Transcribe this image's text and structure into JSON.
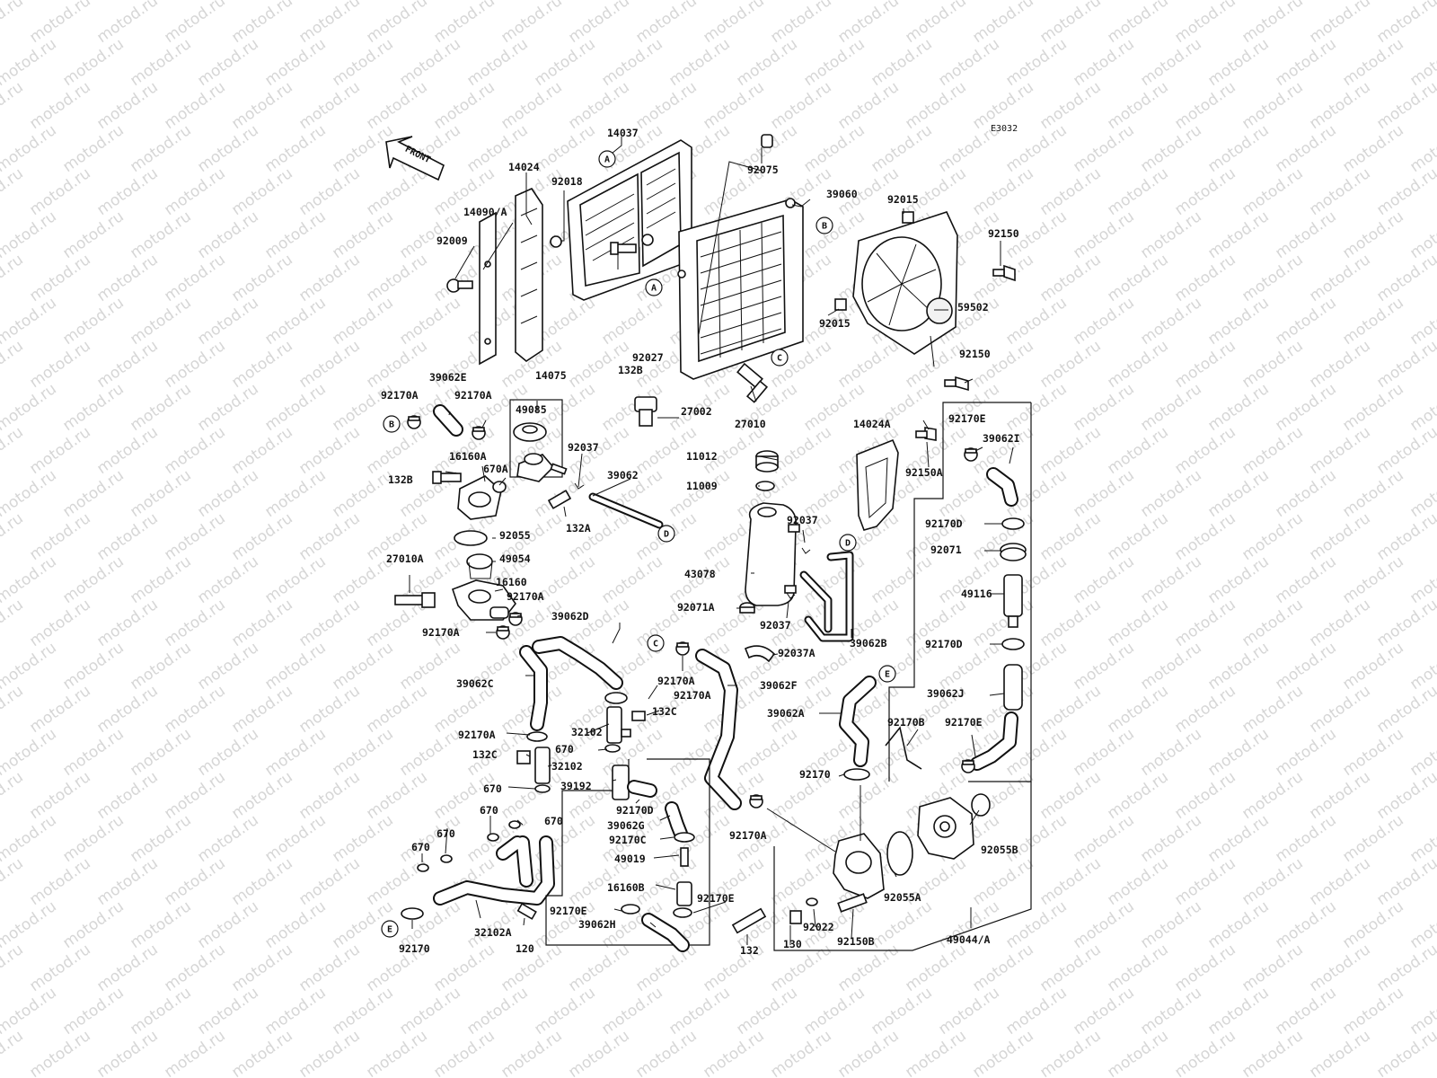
{
  "diagram_code": "E3032",
  "front_label": "FRONT",
  "watermark": "motod.ru",
  "parts": [
    {
      "id": "p14037",
      "label": "14037"
    },
    {
      "id": "p14024",
      "label": "14024"
    },
    {
      "id": "p92018",
      "label": "92018"
    },
    {
      "id": "p14090A",
      "label": "14090/A"
    },
    {
      "id": "p92009",
      "label": "92009"
    },
    {
      "id": "p92075",
      "label": "92075"
    },
    {
      "id": "p39060",
      "label": "39060"
    },
    {
      "id": "p92015a",
      "label": "92015"
    },
    {
      "id": "p92150a",
      "label": "92150"
    },
    {
      "id": "p59502",
      "label": "59502"
    },
    {
      "id": "p92015b",
      "label": "92015"
    },
    {
      "id": "p92150b",
      "label": "92150"
    },
    {
      "id": "p132Btop",
      "label": "132B"
    },
    {
      "id": "p92027",
      "label": "92027"
    },
    {
      "id": "p27002",
      "label": "27002"
    },
    {
      "id": "p27010",
      "label": "27010"
    },
    {
      "id": "p39062E",
      "label": "39062E"
    },
    {
      "id": "p14075",
      "label": "14075"
    },
    {
      "id": "p92170Aa",
      "label": "92170A"
    },
    {
      "id": "p92170Ab",
      "label": "92170A"
    },
    {
      "id": "p49085",
      "label": "49085"
    },
    {
      "id": "p92037a",
      "label": "92037"
    },
    {
      "id": "p16160A",
      "label": "16160A"
    },
    {
      "id": "p670A",
      "label": "670A"
    },
    {
      "id": "p132B",
      "label": "132B"
    },
    {
      "id": "p39062",
      "label": "39062"
    },
    {
      "id": "p132A",
      "label": "132A"
    },
    {
      "id": "p92055",
      "label": "92055"
    },
    {
      "id": "p49054",
      "label": "49054"
    },
    {
      "id": "p27010A",
      "label": "27010A"
    },
    {
      "id": "p16160",
      "label": "16160"
    },
    {
      "id": "p92170Ac",
      "label": "92170A"
    },
    {
      "id": "p92170Ad",
      "label": "92170A"
    },
    {
      "id": "p14024A",
      "label": "14024A"
    },
    {
      "id": "p92170E",
      "label": "92170E"
    },
    {
      "id": "p39062I",
      "label": "39062I"
    },
    {
      "id": "p11012",
      "label": "11012"
    },
    {
      "id": "p92150A",
      "label": "92150A"
    },
    {
      "id": "p11009",
      "label": "11009"
    },
    {
      "id": "p92037b",
      "label": "92037"
    },
    {
      "id": "p92170Da",
      "label": "92170D"
    },
    {
      "id": "p92071",
      "label": "92071"
    },
    {
      "id": "p43078",
      "label": "43078"
    },
    {
      "id": "p49116",
      "label": "49116"
    },
    {
      "id": "p92071A",
      "label": "92071A"
    },
    {
      "id": "p92037c",
      "label": "92037"
    },
    {
      "id": "p39062B",
      "label": "39062B"
    },
    {
      "id": "p92170Db",
      "label": "92170D"
    },
    {
      "id": "p39062D",
      "label": "39062D"
    },
    {
      "id": "p92037A",
      "label": "92037A"
    },
    {
      "id": "p39062C",
      "label": "39062C"
    },
    {
      "id": "p92170Ae",
      "label": "92170A"
    },
    {
      "id": "p92170Af",
      "label": "92170A"
    },
    {
      "id": "p39062F",
      "label": "39062F"
    },
    {
      "id": "p132Ca",
      "label": "132C"
    },
    {
      "id": "p39062J",
      "label": "39062J"
    },
    {
      "id": "p39062A",
      "label": "39062A"
    },
    {
      "id": "p92170Ag",
      "label": "92170A"
    },
    {
      "id": "p32102a",
      "label": "32102"
    },
    {
      "id": "p92170B",
      "label": "92170B"
    },
    {
      "id": "p92170Eb",
      "label": "92170E"
    },
    {
      "id": "p670a",
      "label": "670"
    },
    {
      "id": "p132Cb",
      "label": "132C"
    },
    {
      "id": "p32102b",
      "label": "32102"
    },
    {
      "id": "p92170",
      "label": "92170"
    },
    {
      "id": "p39192",
      "label": "39192"
    },
    {
      "id": "p670b",
      "label": "670"
    },
    {
      "id": "p92170Dc",
      "label": "92170D"
    },
    {
      "id": "p670c",
      "label": "670"
    },
    {
      "id": "p670d",
      "label": "670"
    },
    {
      "id": "p39062G",
      "label": "39062G"
    },
    {
      "id": "p92170Ah",
      "label": "92170A"
    },
    {
      "id": "p92170C",
      "label": "92170C"
    },
    {
      "id": "p670e",
      "label": "670"
    },
    {
      "id": "p92055B",
      "label": "92055B"
    },
    {
      "id": "p670f",
      "label": "670"
    },
    {
      "id": "p49019",
      "label": "49019"
    },
    {
      "id": "p92055A",
      "label": "92055A"
    },
    {
      "id": "p16160B",
      "label": "16160B"
    },
    {
      "id": "p92170Ec",
      "label": "92170E"
    },
    {
      "id": "p92170Ed",
      "label": "92170E"
    },
    {
      "id": "p39062H",
      "label": "39062H"
    },
    {
      "id": "p120",
      "label": "120"
    },
    {
      "id": "p32102A",
      "label": "32102A"
    },
    {
      "id": "p92170b",
      "label": "92170"
    },
    {
      "id": "p132",
      "label": "132"
    },
    {
      "id": "p130",
      "label": "130"
    },
    {
      "id": "p92022",
      "label": "92022"
    },
    {
      "id": "p92150B",
      "label": "92150B"
    },
    {
      "id": "p49044A",
      "label": "49044/A"
    }
  ],
  "refs": [
    {
      "id": "rA1",
      "letter": "A"
    },
    {
      "id": "rA2",
      "letter": "A"
    },
    {
      "id": "rB1",
      "letter": "B"
    },
    {
      "id": "rB2",
      "letter": "B"
    },
    {
      "id": "rC1",
      "letter": "C"
    },
    {
      "id": "rC2",
      "letter": "C"
    },
    {
      "id": "rD1",
      "letter": "D"
    },
    {
      "id": "rD2",
      "letter": "D"
    },
    {
      "id": "rE1",
      "letter": "E"
    },
    {
      "id": "rE2",
      "letter": "E"
    }
  ]
}
